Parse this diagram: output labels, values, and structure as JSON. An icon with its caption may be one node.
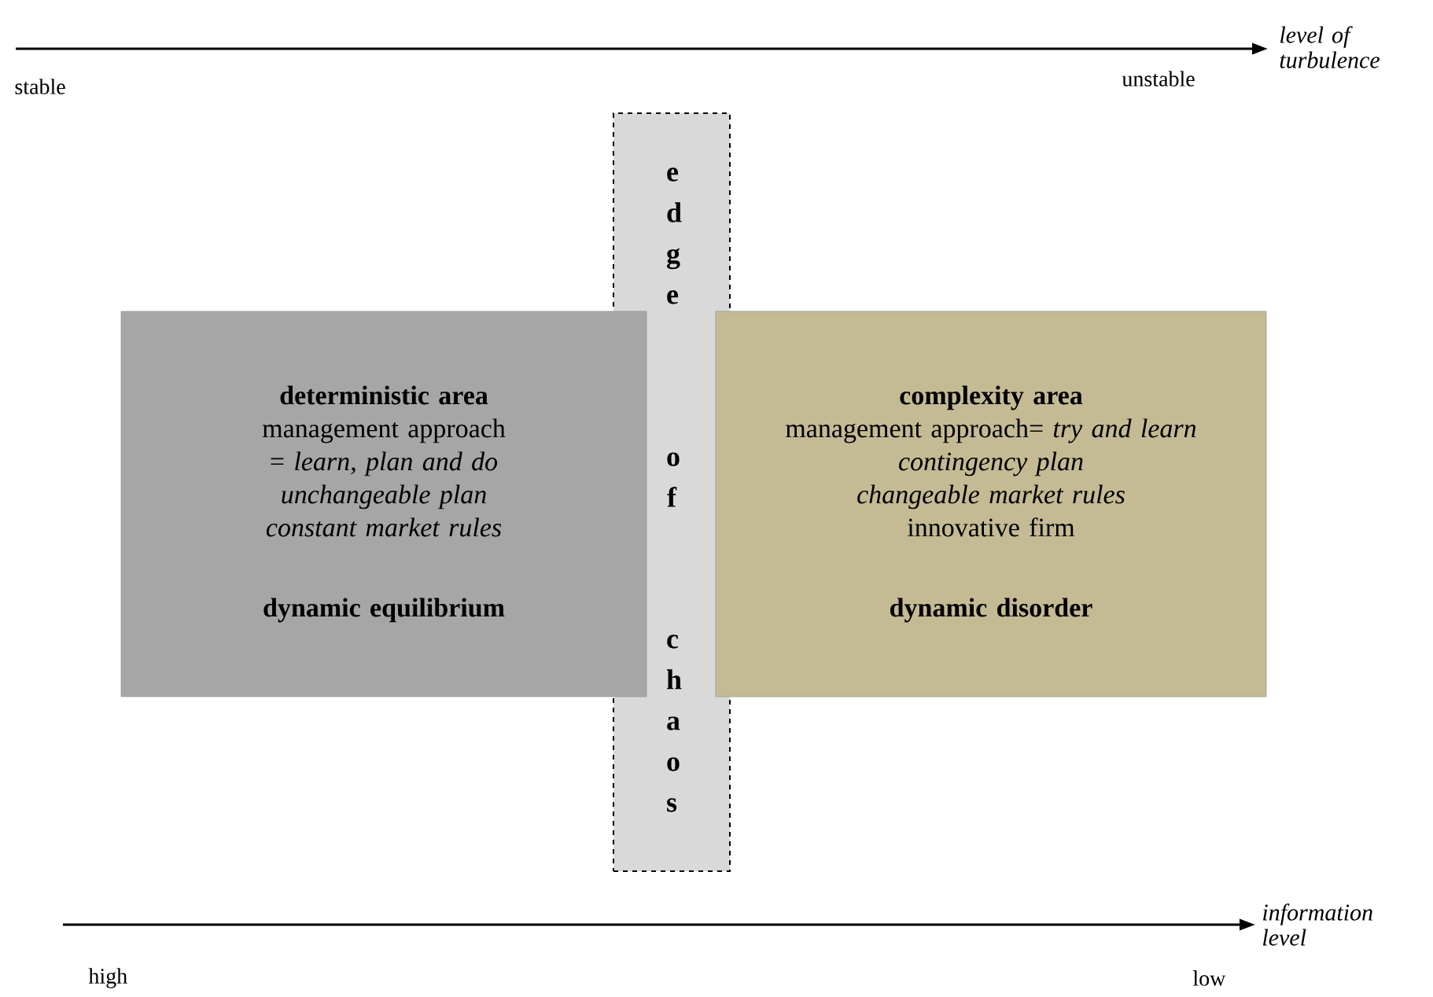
{
  "diagram": {
    "nodes": [
      {
        "text": [
          "deterministic area",
          "management approach = *learn, plan and do*",
          "unchangeable plan",
          "constant market rules",
          "dynamic equilibrium"
        ]
      },
      {
        "text": [
          "e d g e",
          "o f",
          "c h a o s"
        ]
      },
      {
        "text": [
          "complexity area",
          "management approach= *try and learn*",
          "contingency plan",
          "changeable market rules",
          "innovative firm",
          "dynamic disorder"
        ]
      }
    ],
    "labels": [
      "stable",
      "unstable",
      "level of turbulence",
      "high",
      "low",
      "information level"
    ]
  }
}
